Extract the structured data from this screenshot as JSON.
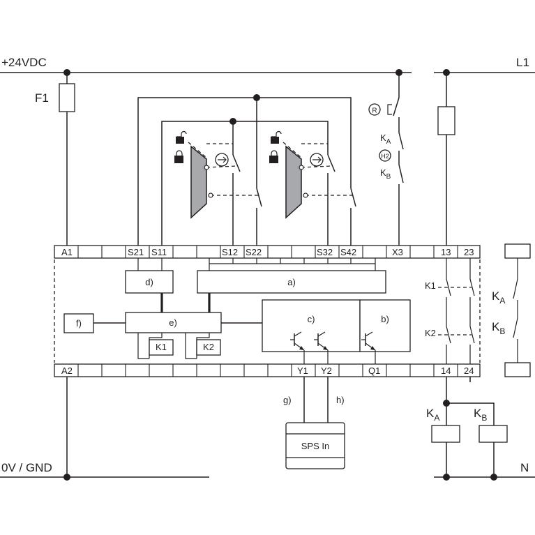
{
  "supply": {
    "plus": "+24VDC",
    "gnd": "0V / GND",
    "l1": "L1",
    "n": "N"
  },
  "fuse": "F1",
  "terminals_top": [
    "A1",
    "S21",
    "S11",
    "S12",
    "S22",
    "S32",
    "S42",
    "X3",
    "13",
    "23"
  ],
  "terminals_bottom": [
    "A2",
    "Y1",
    "Y2",
    "Q1",
    "14",
    "24"
  ],
  "blocks": {
    "a": "a)",
    "b": "b)",
    "c": "c)",
    "d": "d)",
    "e": "e)",
    "f": "f)"
  },
  "relays": {
    "k1": "K1",
    "k2": "K2"
  },
  "contactors": {
    "ka": "K",
    "ka_sub": "A",
    "kb": "K",
    "kb_sub": "B"
  },
  "reset": {
    "r": "R",
    "h2": "H2"
  },
  "lines": {
    "g": "g)",
    "h": "h)"
  },
  "plc": "SPS In"
}
